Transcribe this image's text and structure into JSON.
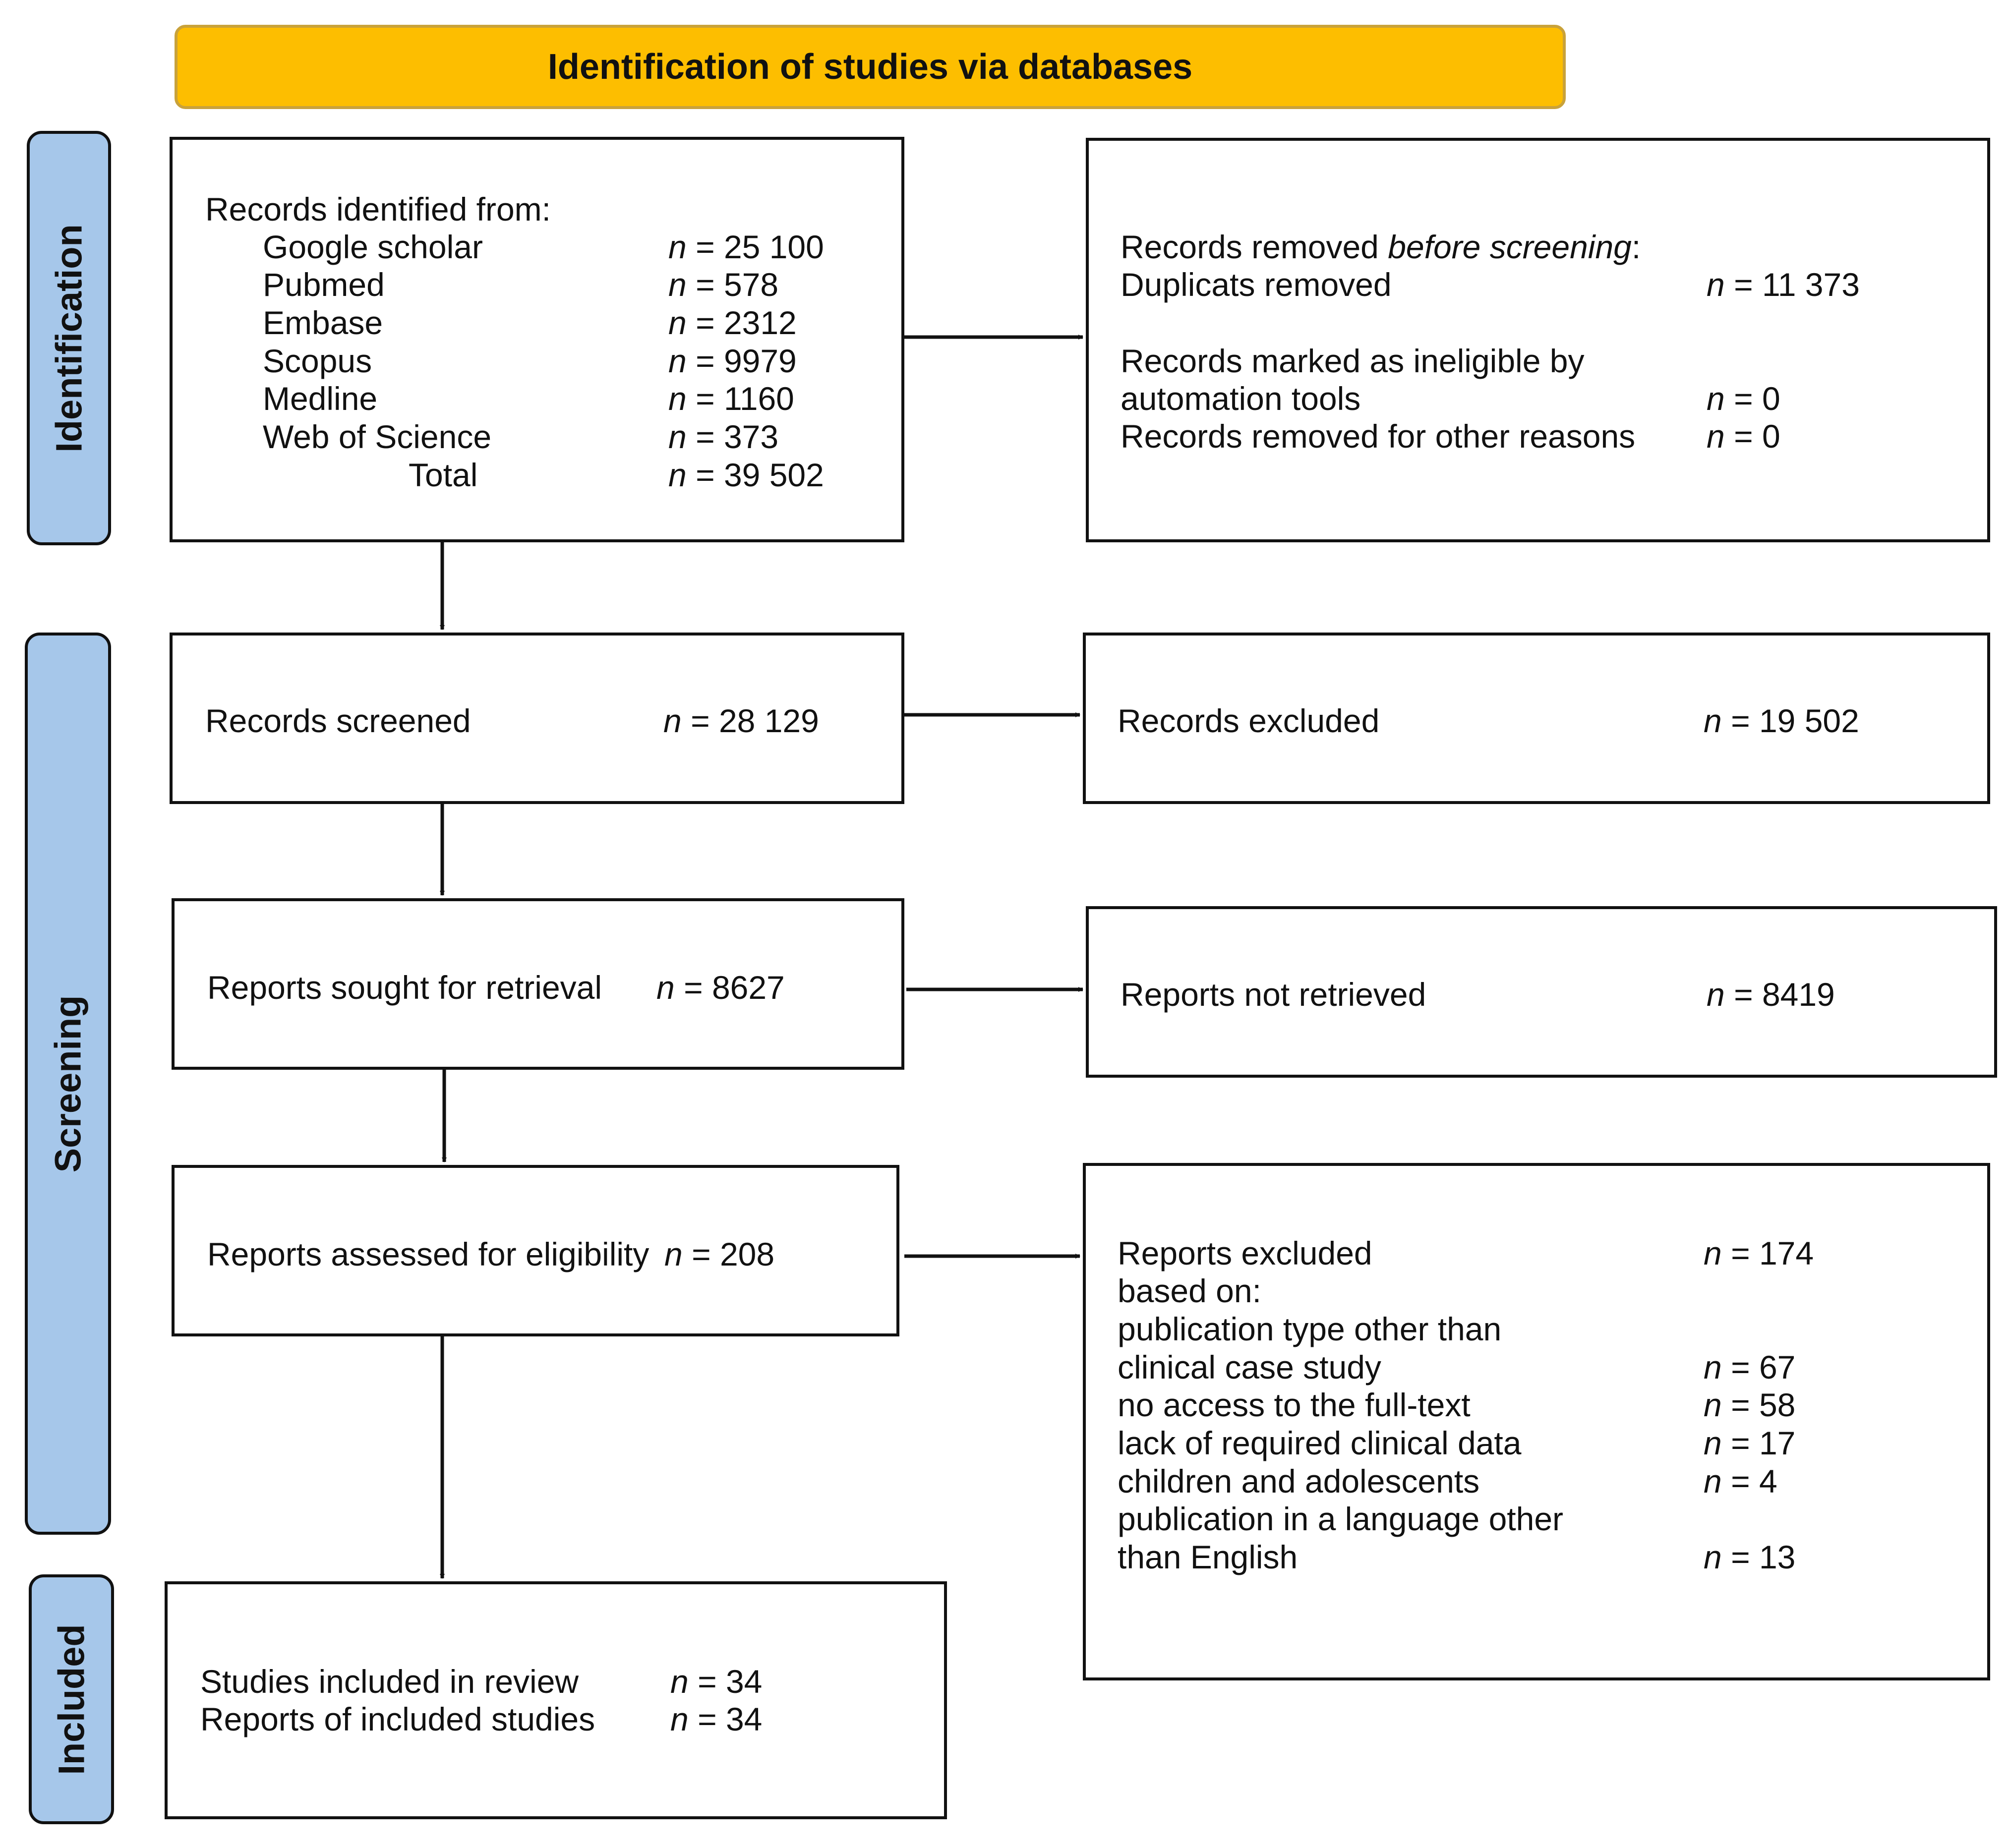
{
  "header": "Identification of studies via databases",
  "phases": {
    "identification": "Identification",
    "screening": "Screening",
    "included": "Included"
  },
  "n_symbol": "n",
  "identified": {
    "heading": "Records identified from:",
    "sources": [
      {
        "label": "Google scholar",
        "value": "= 25 100"
      },
      {
        "label": "Pubmed",
        "value": "= 578"
      },
      {
        "label": "Embase",
        "value": "= 2312"
      },
      {
        "label": "Scopus",
        "value": "= 9979"
      },
      {
        "label": "Medline",
        "value": "= 1160"
      },
      {
        "label": "Web of Science",
        "value": "= 373"
      }
    ],
    "total_label": "Total",
    "total_value": "= 39 502"
  },
  "removed": {
    "heading_prefix": "Records removed ",
    "heading_italic": "before screening",
    "heading_suffix": ":",
    "duplicates_label": "Duplicats removed",
    "duplicates_value": "= 11 373",
    "ineligible_label_1": "Records marked as ineligible by",
    "ineligible_label_2": "automation tools",
    "ineligible_value": "= 0",
    "other_label": "Records removed for other reasons",
    "other_value": "= 0"
  },
  "screened": {
    "label": "Records screened",
    "value": "= 28 129"
  },
  "excluded": {
    "label": "Records excluded",
    "value": "= 19 502"
  },
  "sought": {
    "label": "Reports sought for retrieval",
    "value": "= 8627"
  },
  "not_retrieved": {
    "label": "Reports not retrieved",
    "value": "= 8419"
  },
  "assessed": {
    "label": "Reports assessed for eligibility",
    "value": "= 208"
  },
  "reports_excluded": {
    "label": "Reports excluded",
    "value": "= 174",
    "based_on": "based on:",
    "pub_type_1": "publication type other than",
    "pub_type_2": "clinical case study",
    "pub_type_value": "= 67",
    "no_access": "no access to the full-text",
    "no_access_value": "= 58",
    "lack_data": "lack of required clinical data",
    "lack_data_value": "= 17",
    "children": "children and adolescents",
    "children_value": "= 4",
    "language_1": "publication in a language other",
    "language_2": "than English",
    "language_value": "= 13"
  },
  "included": {
    "studies_label": "Studies included in review",
    "studies_value": "= 34",
    "reports_label": "Reports of included studies",
    "reports_value": "= 34"
  }
}
